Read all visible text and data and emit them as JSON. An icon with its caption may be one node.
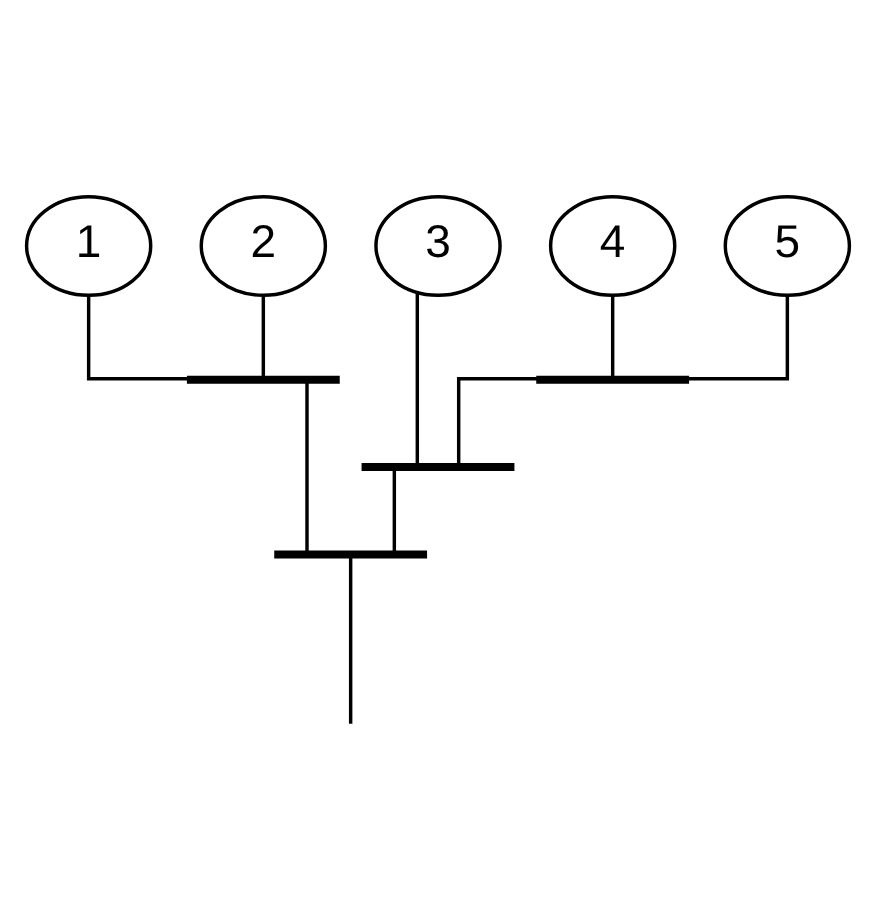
{
  "diagram": {
    "nodes": [
      {
        "text": [
          "1"
        ]
      },
      {
        "text": [
          "2"
        ]
      },
      {
        "text": [
          "3"
        ]
      },
      {
        "text": [
          "4"
        ]
      },
      {
        "text": [
          "5"
        ]
      },
      {
        "text": [],
        "shape": "bar"
      },
      {
        "text": [],
        "shape": "bar"
      },
      {
        "text": [],
        "shape": "bar"
      },
      {
        "text": [],
        "shape": "bar"
      }
    ],
    "edges": [
      {
        "from": 5,
        "to": 0,
        "arrow": "none"
      },
      {
        "from": 5,
        "to": 1,
        "arrow": "none"
      },
      {
        "from": 6,
        "to": 3,
        "arrow": "none"
      },
      {
        "from": 6,
        "to": 4,
        "arrow": "none"
      },
      {
        "from": 7,
        "to": 2,
        "arrow": "none"
      },
      {
        "from": 7,
        "to": 6,
        "arrow": "none"
      },
      {
        "from": 8,
        "to": 5,
        "arrow": "none"
      },
      {
        "from": 8,
        "to": 7,
        "arrow": "none"
      },
      {
        "from": null,
        "to": 8,
        "arrow": "none"
      }
    ]
  }
}
